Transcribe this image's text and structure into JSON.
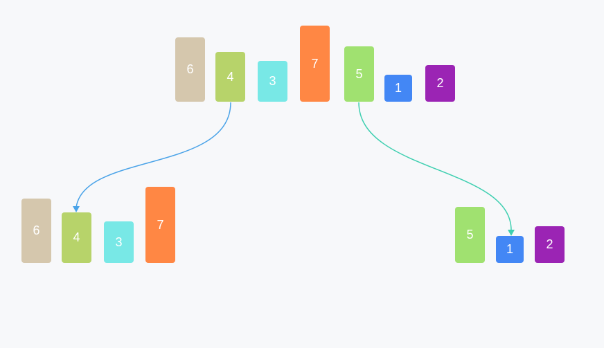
{
  "diagram": {
    "top_group": [
      {
        "label": "6",
        "color": "#d5c7ad"
      },
      {
        "label": "4",
        "color": "#b7d36a"
      },
      {
        "label": "3",
        "color": "#78e8e6"
      },
      {
        "label": "7",
        "color": "#ff8744"
      },
      {
        "label": "5",
        "color": "#a0e170"
      },
      {
        "label": "1",
        "color": "#4387f5"
      },
      {
        "label": "2",
        "color": "#9b24b4"
      }
    ],
    "left_group": [
      {
        "label": "6",
        "color": "#d5c7ad"
      },
      {
        "label": "4",
        "color": "#b7d36a"
      },
      {
        "label": "3",
        "color": "#78e8e6"
      },
      {
        "label": "7",
        "color": "#ff8744"
      }
    ],
    "right_group": [
      {
        "label": "5",
        "color": "#a0e170"
      },
      {
        "label": "1",
        "color": "#4387f5"
      },
      {
        "label": "2",
        "color": "#9b24b4"
      }
    ],
    "arrow_colors": {
      "left": "#4aa3e8",
      "right": "#3ecfb0"
    }
  }
}
